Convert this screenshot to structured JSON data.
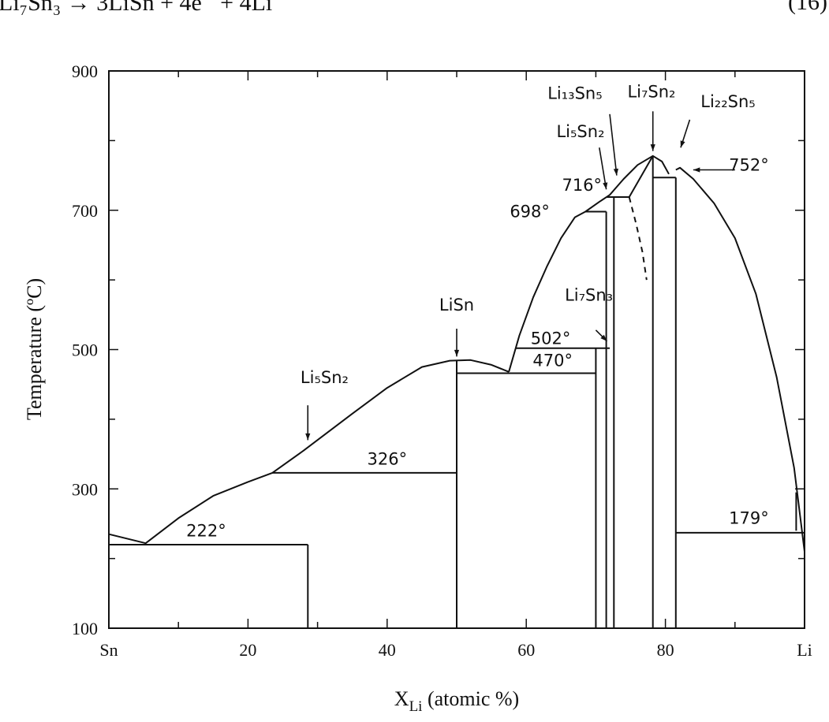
{
  "header": {
    "equation": "Li₇Sn₃ → 3LiSn + 4e⁻ + 4Li",
    "equation_number": "(16)"
  },
  "chart_data": {
    "type": "line",
    "xlabel": "X",
    "xlabel_sub": "Li",
    "xlabel_rest": " (atomic %)",
    "ylabel": "Temperature (ºC)",
    "xlim": [
      0,
      100
    ],
    "ylim": [
      100,
      900
    ],
    "x_ticks": [
      {
        "v": 0,
        "label": "Sn"
      },
      {
        "v": 20,
        "label": "20"
      },
      {
        "v": 40,
        "label": "40"
      },
      {
        "v": 60,
        "label": "60"
      },
      {
        "v": 80,
        "label": "80"
      },
      {
        "v": 100,
        "label": "Li"
      }
    ],
    "y_ticks": [
      {
        "v": 100,
        "label": "100"
      },
      {
        "v": 300,
        "label": "300"
      },
      {
        "v": 500,
        "label": "500"
      },
      {
        "v": 700,
        "label": "700"
      },
      {
        "v": 900,
        "label": "900"
      }
    ],
    "grid": false,
    "series": [
      {
        "id": "liquidus-sn-side",
        "points": [
          [
            0,
            235
          ],
          [
            5.3,
            222
          ],
          [
            10,
            258
          ],
          [
            15,
            290
          ],
          [
            20,
            310
          ],
          [
            23.5,
            323
          ],
          [
            28,
            355
          ],
          [
            35,
            408
          ],
          [
            40,
            445
          ],
          [
            45,
            475
          ],
          [
            49,
            484
          ],
          [
            52,
            485
          ],
          [
            55,
            478
          ],
          [
            57.5,
            468
          ]
        ]
      },
      {
        "id": "liquidus-mid",
        "points": [
          [
            57.5,
            468
          ],
          [
            59,
            520
          ],
          [
            61,
            575
          ],
          [
            63,
            620
          ],
          [
            65,
            660
          ],
          [
            67,
            690
          ],
          [
            68.5,
            698
          ],
          [
            70.5,
            712
          ],
          [
            72,
            722
          ],
          [
            74,
            745
          ],
          [
            76,
            765
          ],
          [
            78.2,
            778
          ],
          [
            79.5,
            770
          ],
          [
            80.5,
            752
          ]
        ]
      },
      {
        "id": "liquidus-li-side",
        "points": [
          [
            81.5,
            758
          ],
          [
            82.1,
            761
          ],
          [
            84,
            745
          ],
          [
            87,
            710
          ],
          [
            90,
            660
          ],
          [
            93,
            580
          ],
          [
            96,
            460
          ],
          [
            98.5,
            330
          ],
          [
            100,
            210
          ]
        ]
      },
      {
        "id": "eutectic-222",
        "points": [
          [
            0,
            220
          ],
          [
            28.6,
            220
          ]
        ]
      },
      {
        "id": "peritectic-326",
        "points": [
          [
            23.5,
            323
          ],
          [
            50,
            323
          ]
        ]
      },
      {
        "id": "eutectic-470",
        "points": [
          [
            50,
            466
          ],
          [
            70,
            466
          ]
        ]
      },
      {
        "id": "peritectic-502",
        "points": [
          [
            58.5,
            502
          ],
          [
            72,
            502
          ]
        ]
      },
      {
        "id": "peritectic-698",
        "points": [
          [
            68.5,
            698
          ],
          [
            71.5,
            698
          ]
        ]
      },
      {
        "id": "peritectic-716",
        "points": [
          [
            71.5,
            719
          ],
          [
            74.8,
            719
          ]
        ]
      },
      {
        "id": "eutectic-752",
        "points": [
          [
            78.2,
            747
          ],
          [
            81.5,
            747
          ]
        ]
      },
      {
        "id": "eutectic-179",
        "points": [
          [
            81.5,
            237
          ],
          [
            100,
            237
          ]
        ]
      },
      {
        "id": "solvus-li5sn2-side",
        "points": [
          [
            74.8,
            719
          ],
          [
            78.2,
            778
          ]
        ]
      },
      {
        "id": "phase-li5sn2-sn",
        "points": [
          [
            28.6,
            100
          ],
          [
            28.6,
            220
          ]
        ]
      },
      {
        "id": "phase-lisn",
        "points": [
          [
            50,
            100
          ],
          [
            50,
            485
          ]
        ]
      },
      {
        "id": "phase-li7sn3",
        "points": [
          [
            70,
            100
          ],
          [
            70,
            502
          ]
        ]
      },
      {
        "id": "phase-li5sn2",
        "points": [
          [
            71.5,
            100
          ],
          [
            71.5,
            698
          ]
        ]
      },
      {
        "id": "phase-li13sn5",
        "points": [
          [
            72.6,
            100
          ],
          [
            72.6,
            719
          ]
        ]
      },
      {
        "id": "phase-li7sn2",
        "points": [
          [
            78.2,
            100
          ],
          [
            78.2,
            778
          ]
        ]
      },
      {
        "id": "phase-li22sn5",
        "points": [
          [
            81.5,
            100
          ],
          [
            81.5,
            747
          ]
        ]
      },
      {
        "id": "li-side-short",
        "points": [
          [
            98.8,
            240
          ],
          [
            98.8,
            295
          ]
        ]
      },
      {
        "id": "dashed-boundary",
        "dashed": true,
        "points": [
          [
            74.8,
            719
          ],
          [
            75.8,
            680
          ],
          [
            76.7,
            640
          ],
          [
            77.3,
            600
          ]
        ]
      }
    ],
    "annotations": [
      {
        "text": "Li₅Sn₂",
        "x": 31,
        "y": 452,
        "arrow": [
          [
            28.6,
            420
          ],
          [
            28.6,
            370
          ]
        ]
      },
      {
        "text": "LiSn",
        "x": 50,
        "y": 556,
        "arrow": [
          [
            50,
            530
          ],
          [
            50,
            490
          ]
        ]
      },
      {
        "text": "Li₇Sn₃",
        "x": 69,
        "y": 570,
        "arrow": [
          [
            70,
            528
          ],
          [
            71.6,
            512
          ]
        ]
      },
      {
        "text": "326°",
        "x": 40,
        "y": 335
      },
      {
        "text": "222°",
        "x": 14,
        "y": 232
      },
      {
        "text": "502°",
        "x": 63.5,
        "y": 508
      },
      {
        "text": "470°",
        "x": 63.8,
        "y": 476
      },
      {
        "text": "698°",
        "x": 60.5,
        "y": 690
      },
      {
        "text": "716°",
        "x": 68,
        "y": 728
      },
      {
        "text": "752°",
        "x": 92,
        "y": 757,
        "arrow": [
          [
            90,
            758
          ],
          [
            84,
            758
          ]
        ]
      },
      {
        "text": "179°",
        "x": 92,
        "y": 250
      },
      {
        "text": "Li₅Sn₂",
        "x": 67.8,
        "y": 805,
        "arrow": [
          [
            70.5,
            790
          ],
          [
            71.5,
            730
          ]
        ]
      },
      {
        "text": "Li₁₃Sn₅",
        "x": 67,
        "y": 860,
        "arrow": [
          [
            72,
            838
          ],
          [
            73,
            750
          ]
        ]
      },
      {
        "text": "Li₇Sn₂",
        "x": 78,
        "y": 862,
        "arrow": [
          [
            78.2,
            842
          ],
          [
            78.2,
            785
          ]
        ]
      },
      {
        "text": "Li₂₂Sn₅",
        "x": 89,
        "y": 848,
        "arrow": [
          [
            83.5,
            830
          ],
          [
            82.2,
            790
          ]
        ]
      }
    ]
  }
}
